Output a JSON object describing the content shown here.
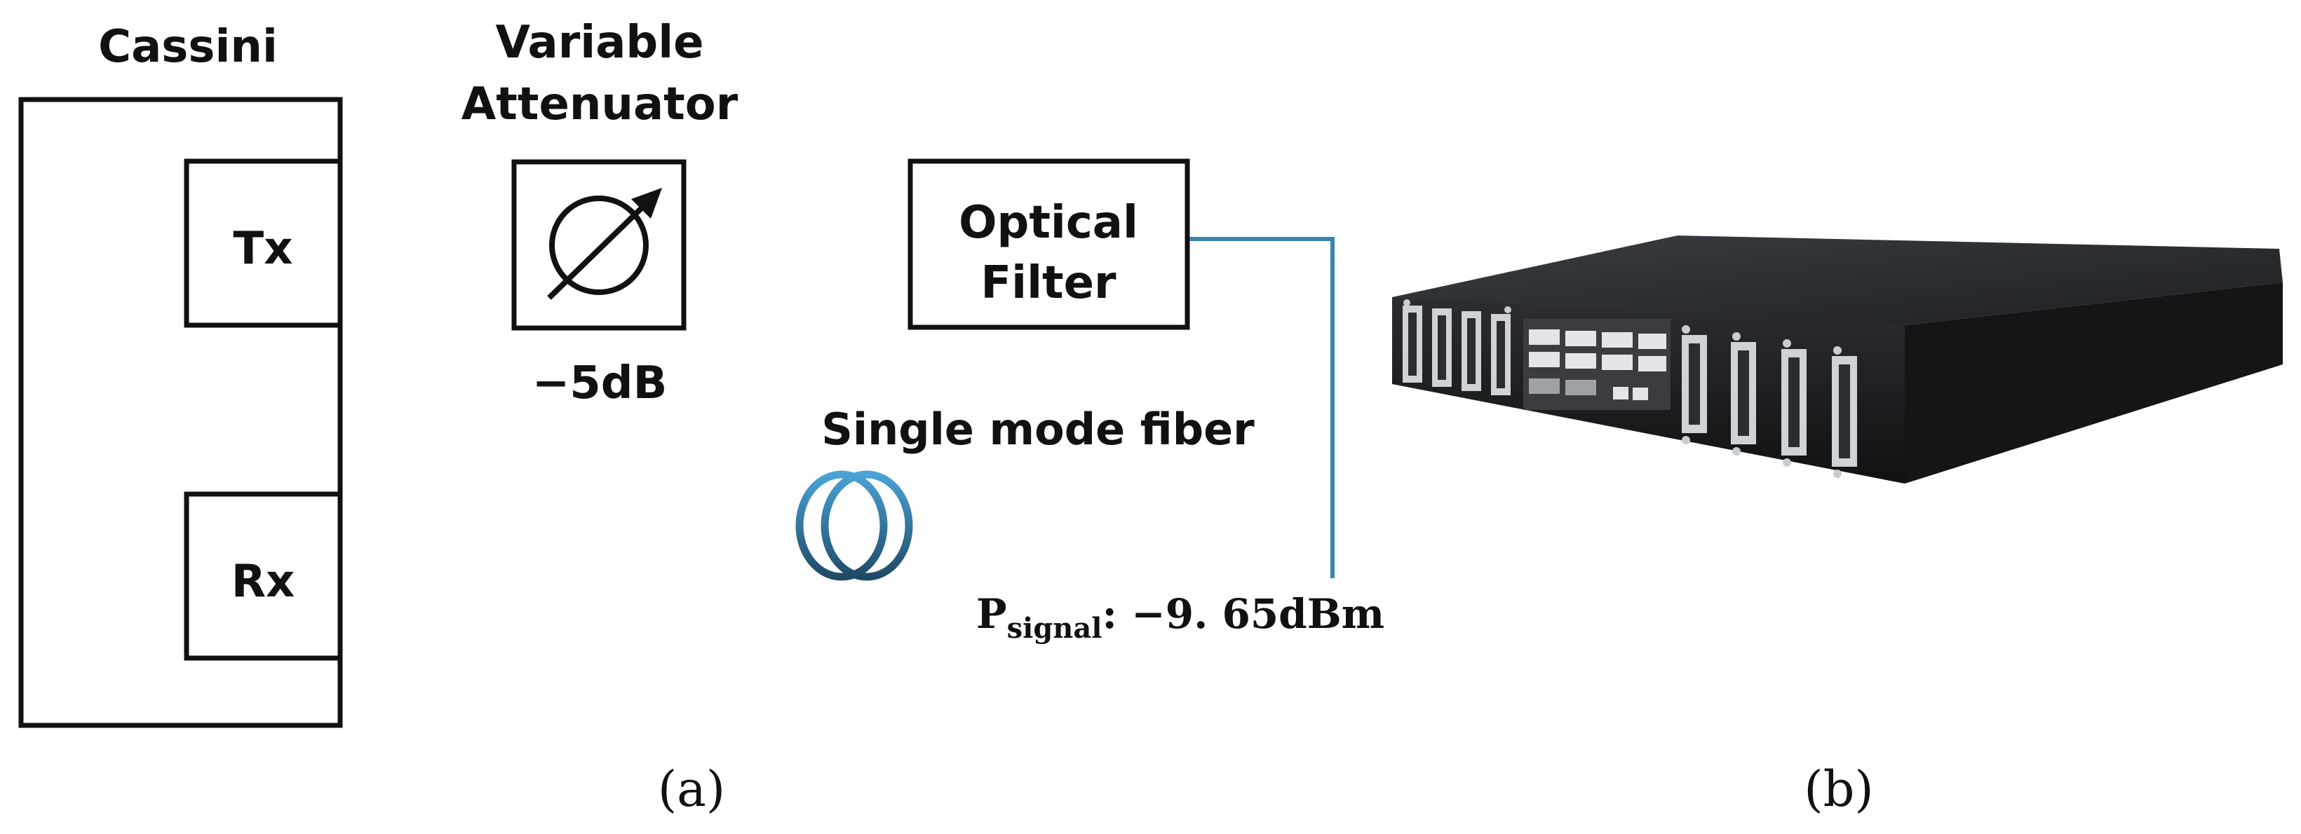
{
  "diagram_a": {
    "cassini_label": "Cassini",
    "tx_label": "Tx",
    "rx_label": "Rx",
    "attenuator_label_line1": "Variable",
    "attenuator_label_line2": "Attenuator",
    "attenuation_value": "−5dB",
    "filter_label_line1": "Optical",
    "filter_label_line2": "Filter",
    "fiber_label": "Single mode fiber",
    "signal_symbol": "P",
    "signal_subscript": "signal",
    "signal_value": ": −9. 65dBm",
    "caption": "(a)"
  },
  "photo_b": {
    "caption": "(b)"
  },
  "colors": {
    "line": "#111111",
    "fiber": "#2f6f93",
    "chassis_top": "#2a2c2f",
    "chassis_side": "#141517"
  },
  "icons": [
    "attenuator-symbol-icon",
    "fiber-coil-icon",
    "network-switch-photo"
  ]
}
